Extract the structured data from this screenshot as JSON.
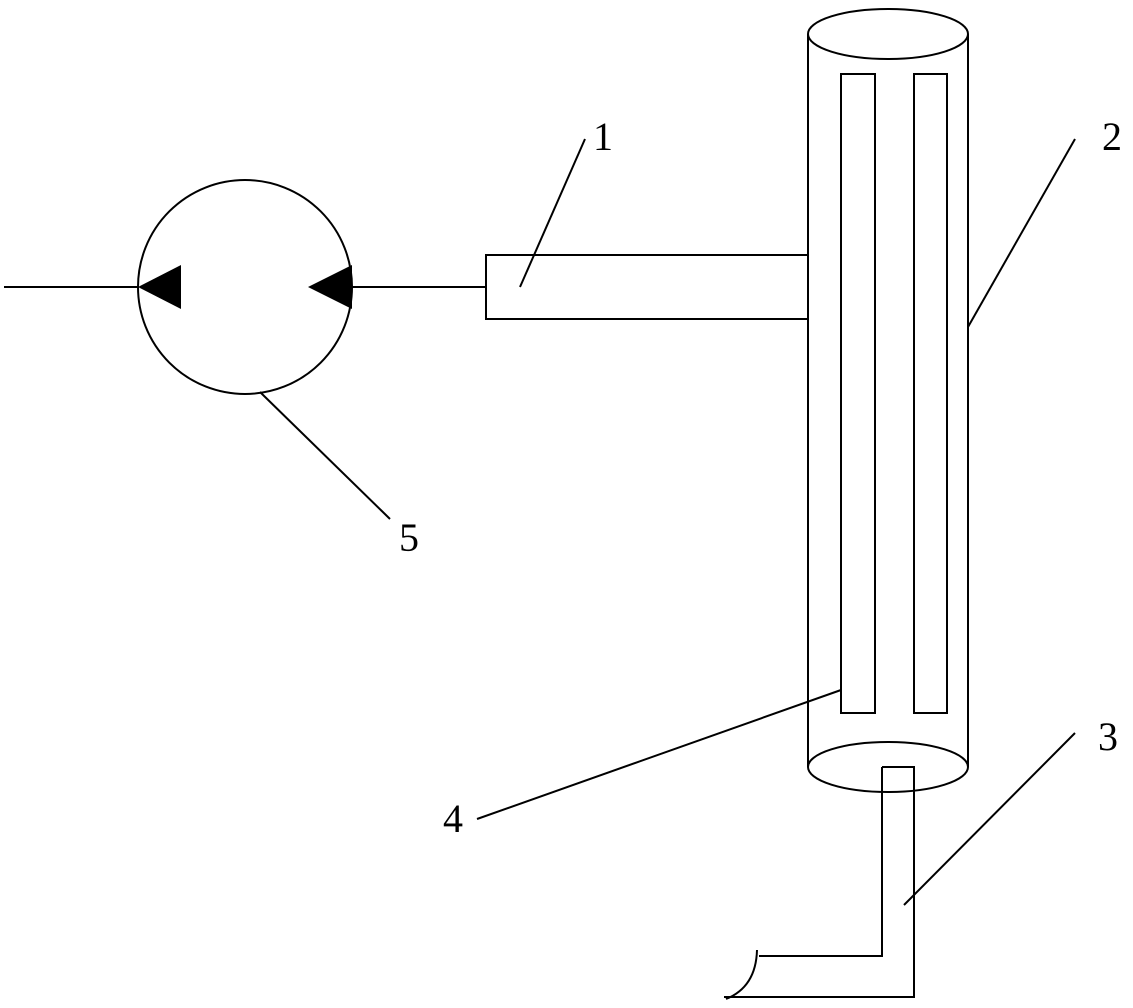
{
  "labels": {
    "tube": "1",
    "column": "2",
    "outlet_pipe": "3",
    "plates": "4",
    "pump": "5"
  },
  "colors": {
    "line": "#000000",
    "background": "#ffffff"
  }
}
